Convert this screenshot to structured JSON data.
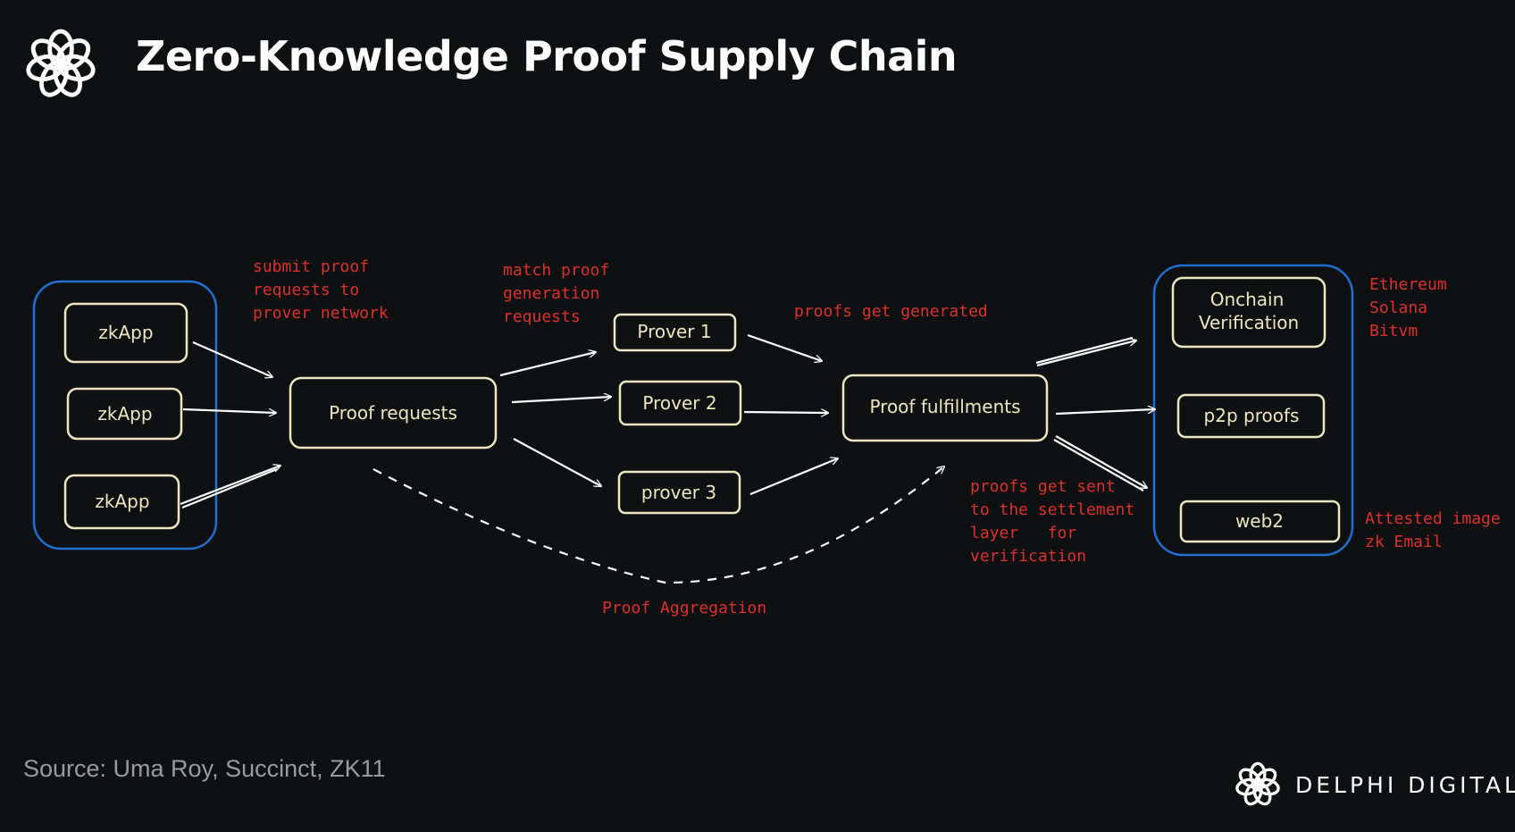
{
  "header": {
    "title": "Zero-Knowledge Proof Supply Chain"
  },
  "diagram": {
    "zkapps": [
      "zkApp",
      "zkApp",
      "zkApp"
    ],
    "proof_requests": "Proof requests",
    "provers": [
      "Prover 1",
      "Prover 2",
      "prover 3"
    ],
    "proof_fulfillments": "Proof fulfillments",
    "destinations": {
      "onchain_line1": "Onchain",
      "onchain_line2": "Verification",
      "p2p": "p2p proofs",
      "web2": "web2"
    },
    "notes": {
      "submit": [
        "submit proof",
        "requests to",
        "prover network"
      ],
      "match": [
        "match proof",
        "generation",
        "requests"
      ],
      "generated": "proofs get generated",
      "sent": [
        "proofs get sent",
        "to the settlement",
        "layer   for",
        "verification"
      ],
      "aggregation": "Proof Aggregation",
      "chains": [
        "Ethereum",
        "Solana",
        "Bitvm"
      ],
      "web2_examples": [
        "Attested image",
        "zk Email"
      ]
    }
  },
  "footer": {
    "source": "Source: Uma Roy, Succinct, ZK11",
    "brand": "DELPHI DIGITAL"
  },
  "colors": {
    "background": "#0f1012",
    "box_stroke": "#ece7c0",
    "group_stroke": "#1f6fd1",
    "note_text": "#d9322c",
    "arrow": "#ffffff"
  },
  "icons": {
    "logo": "delphi-knot-icon",
    "brand": "delphi-knot-icon"
  }
}
